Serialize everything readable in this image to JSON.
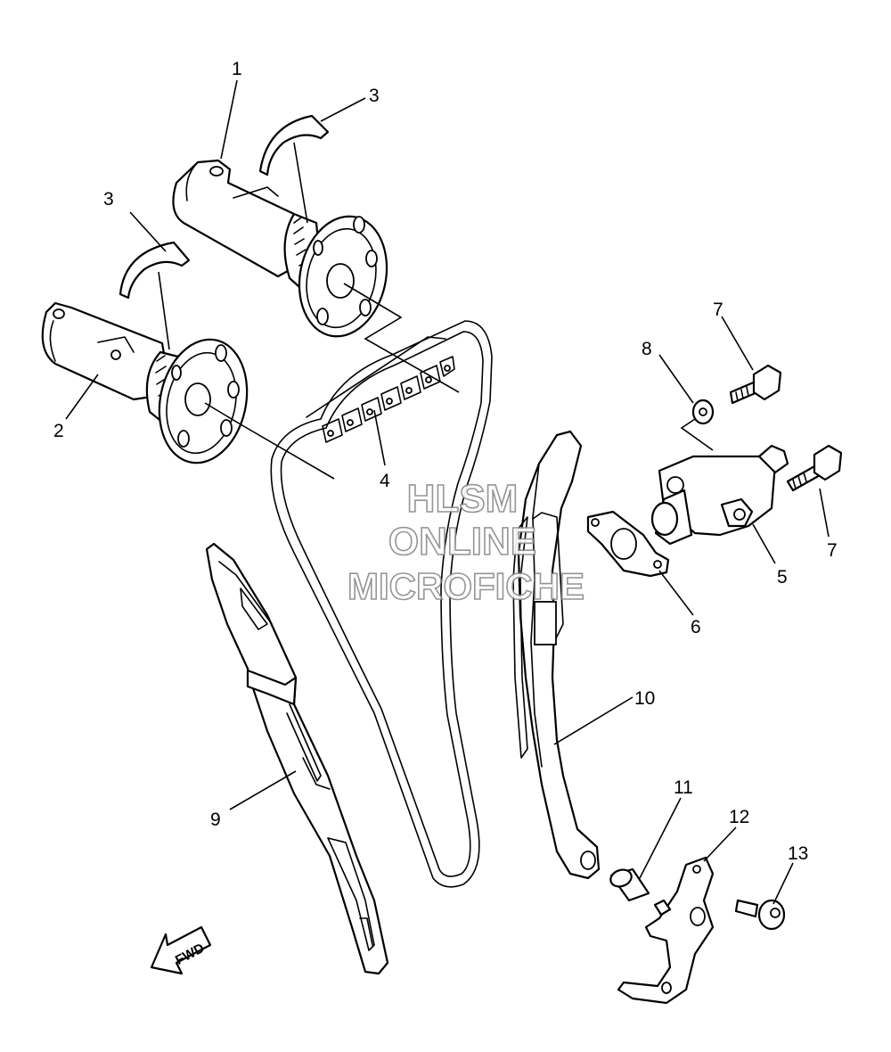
{
  "callouts": [
    {
      "id": "1",
      "label": "1"
    },
    {
      "id": "2",
      "label": "2"
    },
    {
      "id": "3a",
      "label": "3"
    },
    {
      "id": "3b",
      "label": "3"
    },
    {
      "id": "4",
      "label": "4"
    },
    {
      "id": "5",
      "label": "5"
    },
    {
      "id": "6",
      "label": "6"
    },
    {
      "id": "7a",
      "label": "7"
    },
    {
      "id": "7b",
      "label": "7"
    },
    {
      "id": "8",
      "label": "8"
    },
    {
      "id": "9",
      "label": "9"
    },
    {
      "id": "10",
      "label": "10"
    },
    {
      "id": "11",
      "label": "11"
    },
    {
      "id": "12",
      "label": "12"
    },
    {
      "id": "13",
      "label": "13"
    }
  ],
  "watermark": {
    "line1": "HLSM",
    "line2": "ONLINE",
    "line3": "MICROFICHE"
  },
  "fwd_label": "FWD"
}
